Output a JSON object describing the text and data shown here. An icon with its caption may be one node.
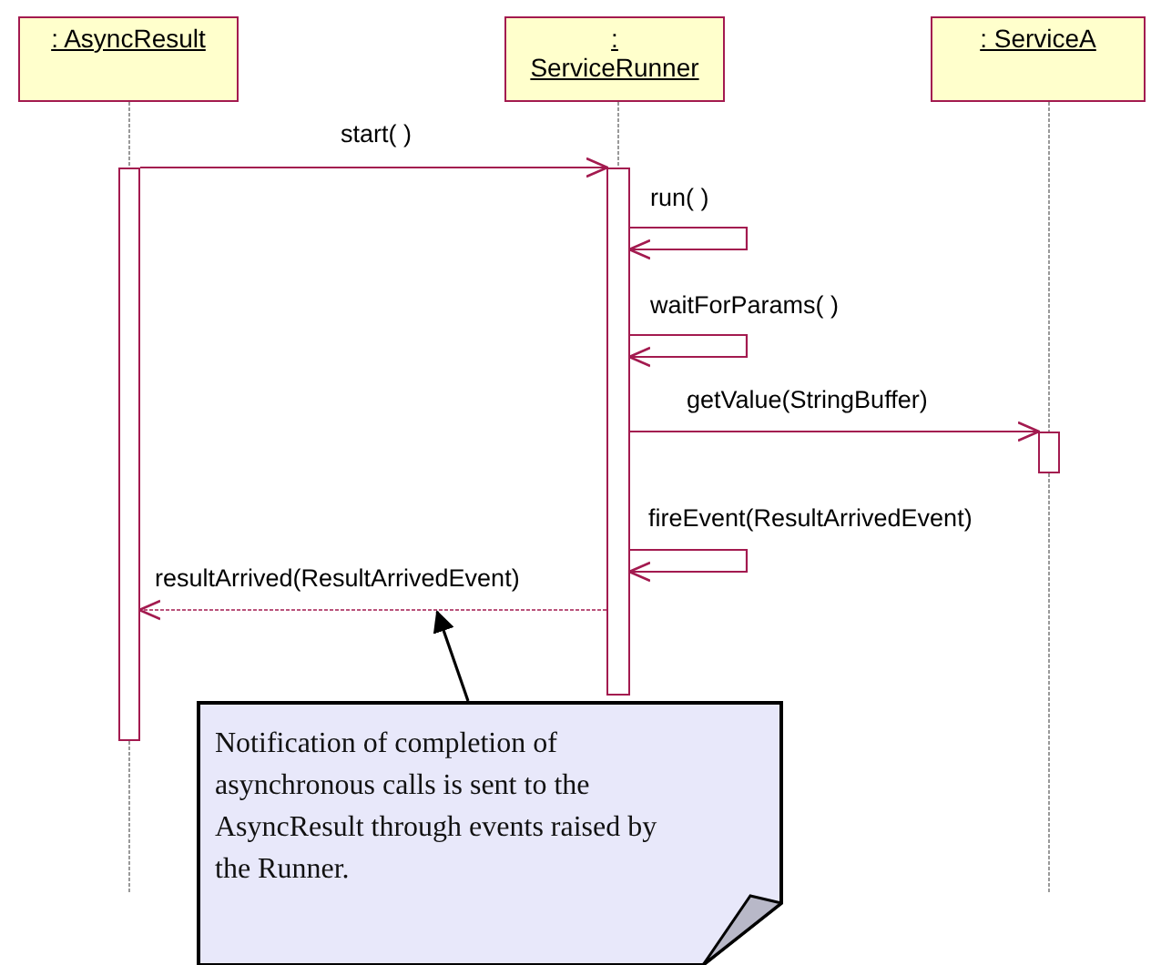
{
  "diagram": {
    "nodes": [
      {
        "text": [
          ": AsyncResult"
        ]
      },
      {
        "text": [
          ": ServiceRunner"
        ]
      },
      {
        "text": [
          ": ServiceA"
        ]
      },
      {
        "text": [],
        "shape": "bar"
      },
      {
        "text": [],
        "shape": "bar"
      },
      {
        "text": [],
        "shape": "bar"
      },
      {
        "text": [
          "Notification of completion of asynchronous calls is sent to the AsyncResult through events raised by the Runner."
        ]
      }
    ],
    "edges": [
      {
        "from": 3,
        "to": 4,
        "arrow": "to",
        "label": "start( )"
      },
      {
        "from": 4,
        "to": 4,
        "arrow": "to",
        "label": "run( )"
      },
      {
        "from": 4,
        "to": 4,
        "arrow": "to",
        "label": "waitForParams( )"
      },
      {
        "from": 4,
        "to": 5,
        "arrow": "to",
        "label": "getValue(StringBuffer)"
      },
      {
        "from": 4,
        "to": 4,
        "arrow": "to",
        "label": "fireEvent(ResultArrivedEvent)"
      },
      {
        "from": 4,
        "to": 3,
        "arrow": "to",
        "label": "resultArrived(ResultArrivedEvent)",
        "style": "dashed"
      },
      {
        "from": 6,
        "to": null,
        "arrow": "to",
        "color": "#000000"
      },
      {
        "from": 0,
        "to": 3,
        "arrow": "none",
        "style": "dashed",
        "color": "#555555"
      },
      {
        "from": 1,
        "to": 4,
        "arrow": "none",
        "style": "dashed",
        "color": "#555555"
      },
      {
        "from": 2,
        "to": 5,
        "arrow": "none",
        "style": "dashed",
        "color": "#555555"
      },
      {
        "from": 3,
        "to": null,
        "arrow": "none",
        "style": "dashed",
        "color": "#555555"
      },
      {
        "from": 5,
        "to": null,
        "arrow": "none",
        "style": "dashed",
        "color": "#555555"
      }
    ]
  }
}
